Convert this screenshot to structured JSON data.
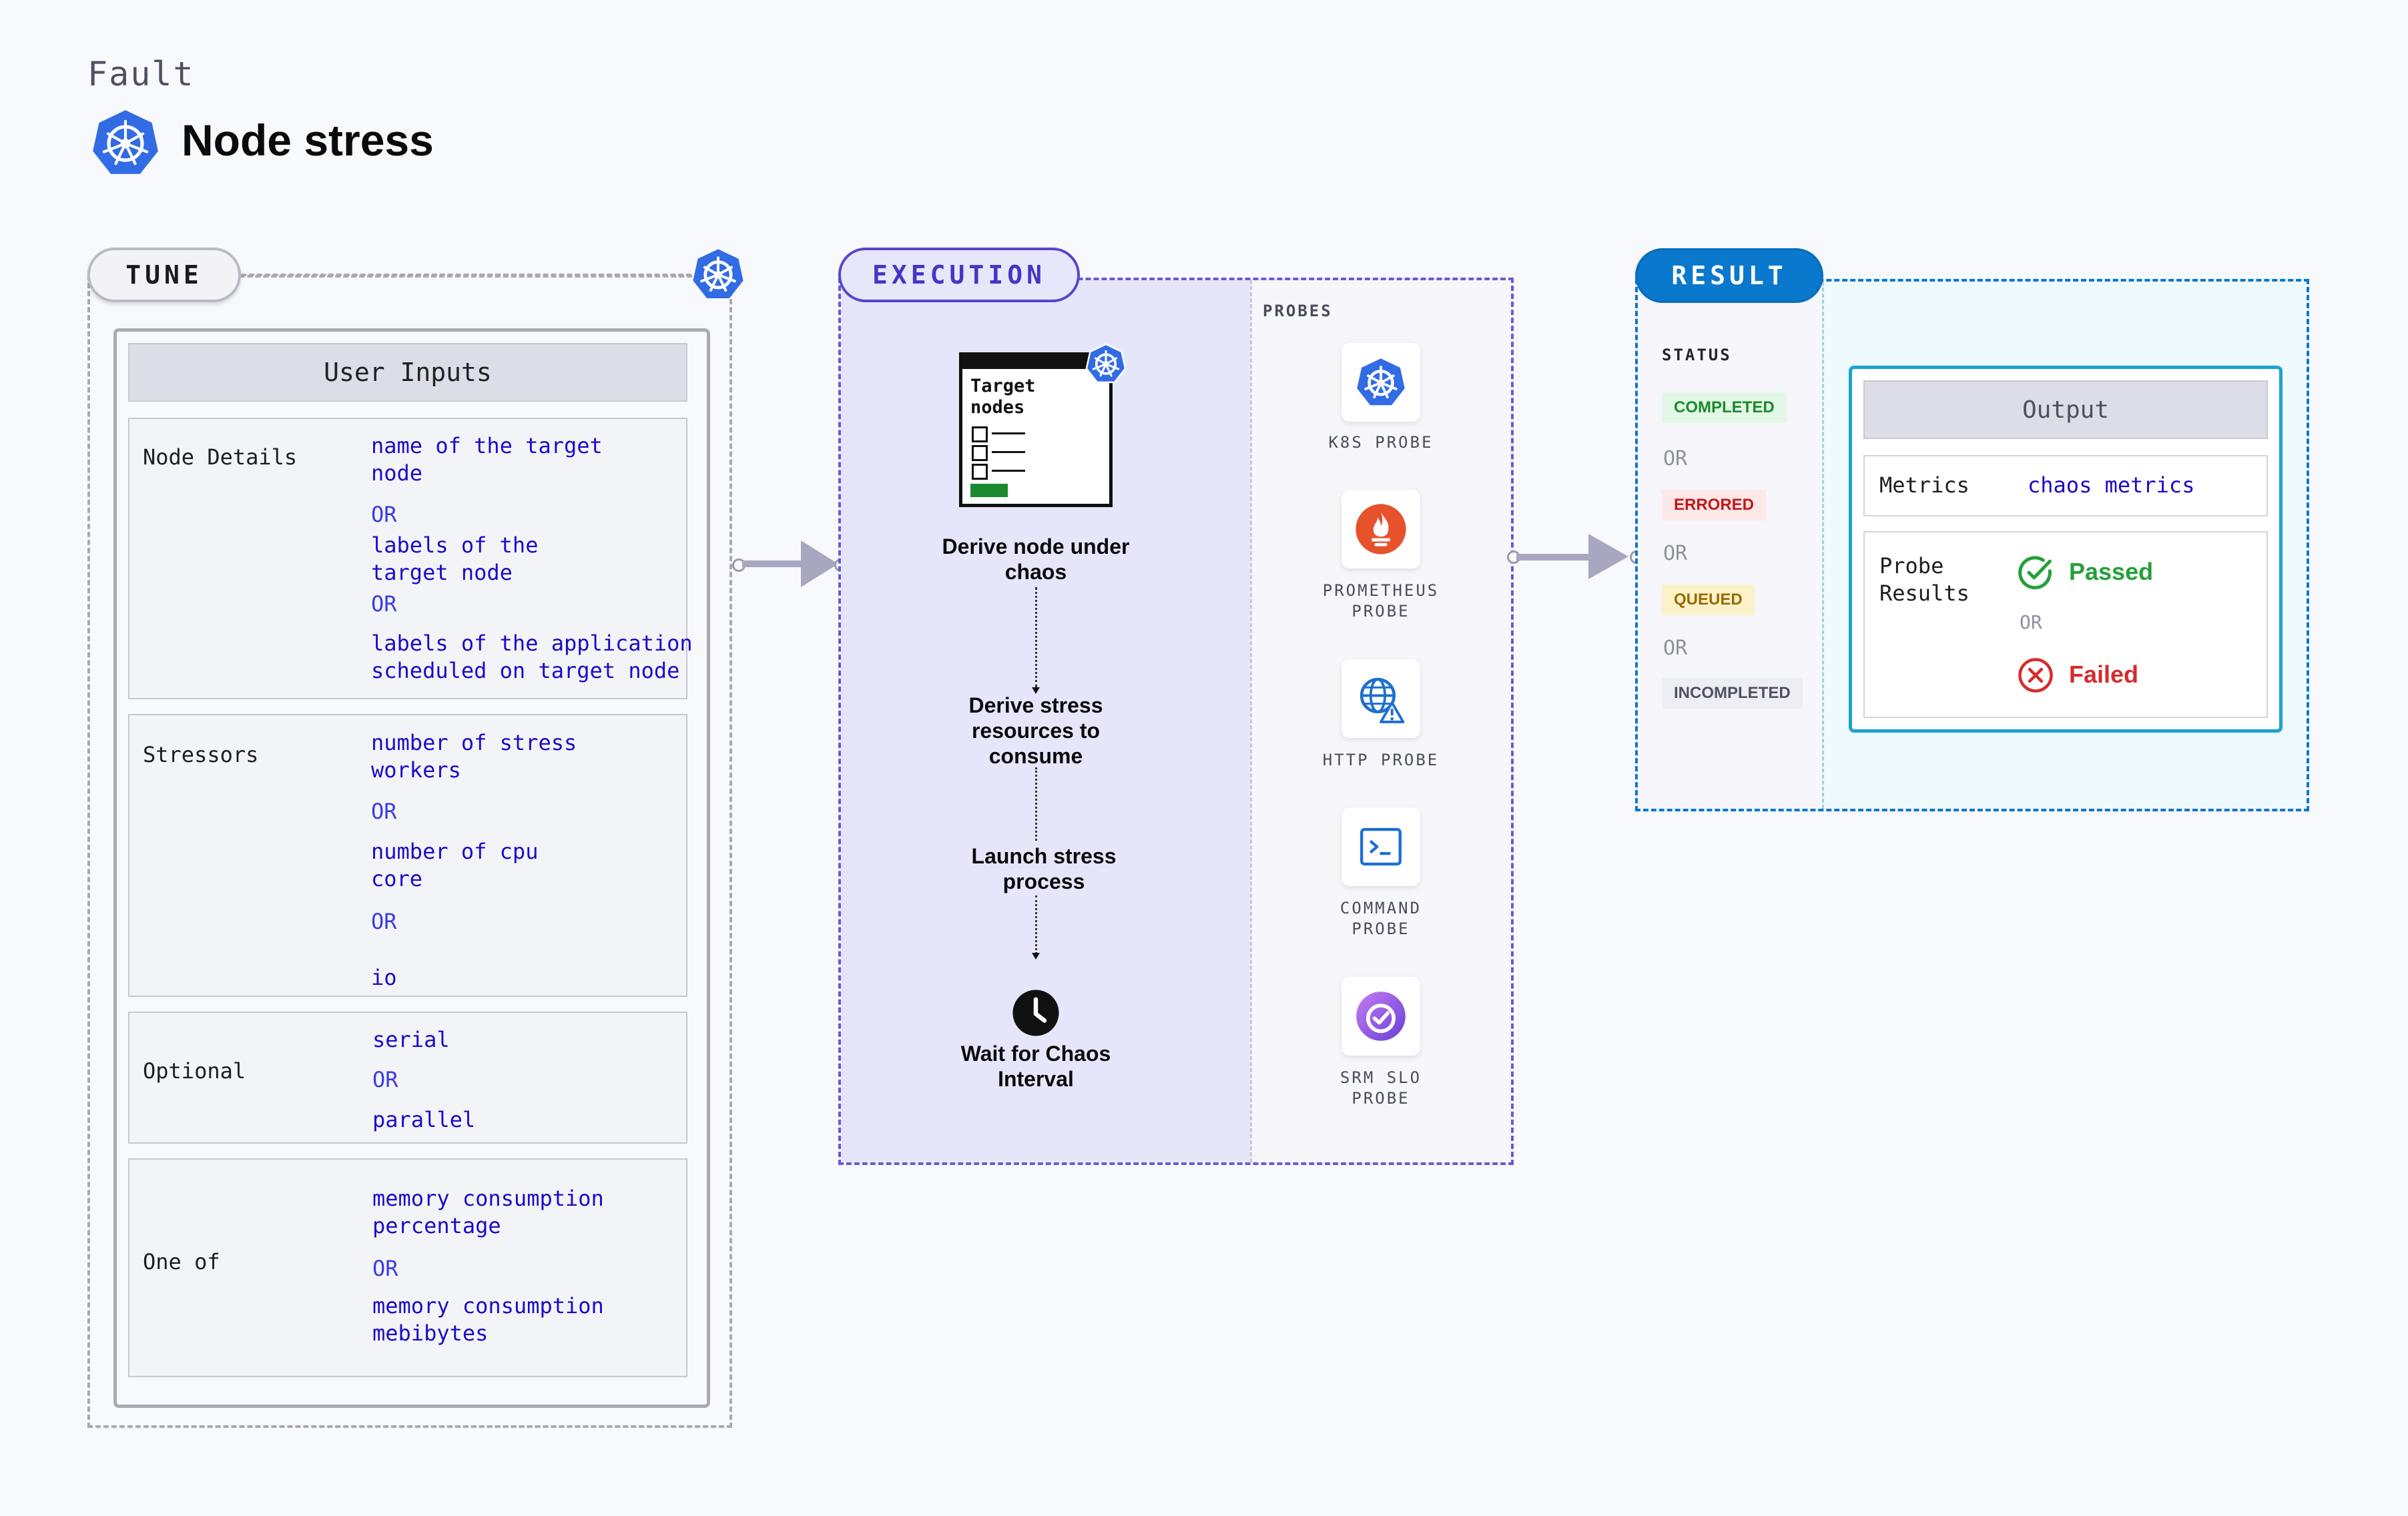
{
  "header": {
    "fault_label": "Fault",
    "title": "Node stress"
  },
  "tune": {
    "pill_label": "TUNE",
    "user_inputs_title": "User Inputs",
    "groups": [
      {
        "label": "Node Details",
        "options": [
          "name of the target\nnode",
          "OR",
          "labels of the\ntarget node",
          "OR",
          "labels of the application\n scheduled on target node"
        ]
      },
      {
        "label": "Stressors",
        "options": [
          "number of stress\nworkers",
          "OR",
          "number of cpu\ncore",
          "OR",
          "io"
        ]
      },
      {
        "label": "Optional",
        "options": [
          "serial",
          "OR",
          "parallel"
        ]
      },
      {
        "label": "One of",
        "options": [
          "memory consumption\npercentage",
          "OR",
          "memory consumption\nmebibytes"
        ]
      }
    ]
  },
  "execution": {
    "pill_label": "EXECUTION",
    "target_card_title": "Target\nnodes",
    "steps": [
      "Derive node under\nchaos",
      "Derive stress\nresources to\nconsume",
      "Launch stress\nprocess",
      "Wait for Chaos\nInterval"
    ],
    "probes_label": "PROBES",
    "probes": [
      {
        "label": "K8S PROBE",
        "icon": "k8s-icon"
      },
      {
        "label": "PROMETHEUS\nPROBE",
        "icon": "prometheus-icon"
      },
      {
        "label": "HTTP PROBE",
        "icon": "http-globe-icon"
      },
      {
        "label": "COMMAND\nPROBE",
        "icon": "terminal-icon"
      },
      {
        "label": "SRM SLO\nPROBE",
        "icon": "srm-slo-icon"
      }
    ]
  },
  "result": {
    "pill_label": "RESULT",
    "status_label": "STATUS",
    "statuses": [
      {
        "label": "COMPLETED",
        "bg": "#e3f7e6",
        "fg": "#1b8a2b"
      },
      {
        "label": "ERRORED",
        "bg": "#fde7e7",
        "fg": "#c41717"
      },
      {
        "label": "QUEUED",
        "bg": "#fcf2c9",
        "fg": "#9a6a00"
      },
      {
        "label": "INCOMPLETED",
        "bg": "#eceef3",
        "fg": "#4f5160"
      }
    ],
    "or_text": "OR",
    "output_title": "Output",
    "metrics_label": "Metrics",
    "metrics_value": "chaos metrics",
    "probe_results_label": "Probe\nResults",
    "passed_label": "Passed",
    "failed_label": "Failed",
    "probe_or": "OR"
  },
  "colors": {
    "k8s_blue": "#326ce5",
    "execution_purple": "#5646cf",
    "result_blue": "#0a78cd",
    "option_blue": "#1c0bc8",
    "passed_green": "#24a03a",
    "failed_red": "#d62b2b"
  }
}
